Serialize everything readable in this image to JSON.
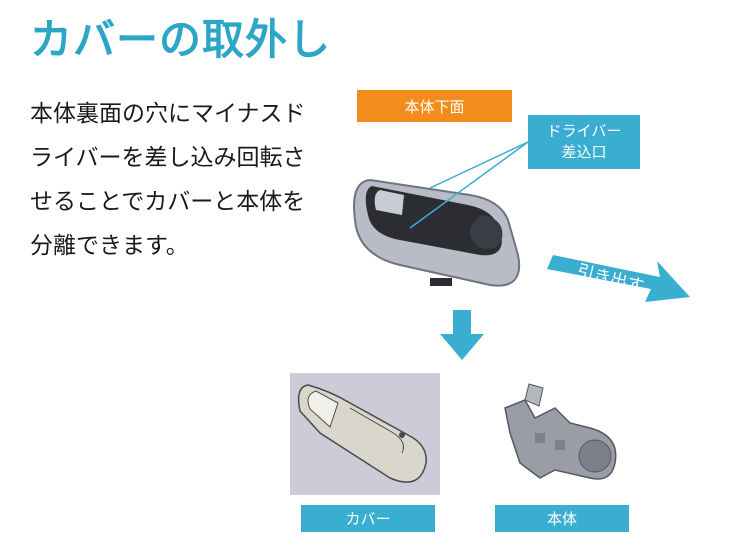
{
  "title": "カバーの取外し",
  "description_lines": [
    "本体裏面の穴にマイナスド",
    "ライバーを差し込み回転さ",
    "せることでカバーと本体を",
    "分離できます。"
  ],
  "labels": {
    "bottom_face": "本体下面",
    "driver_slot_line1": "ドライバー",
    "driver_slot_line2": "差込口",
    "pull_out": "引き出す",
    "cover": "カバー",
    "body": "本体"
  },
  "colors": {
    "title": "#2ba6c6",
    "accent_blue": "#3aaed0",
    "orange": "#f28c1c"
  },
  "icons": [
    "arrow-right-icon",
    "arrow-down-icon"
  ]
}
